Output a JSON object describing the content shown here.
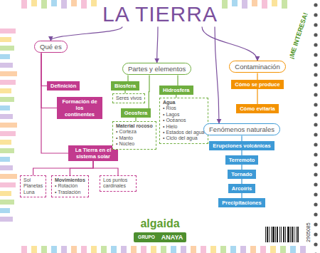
{
  "diagram": {
    "nodes": [
      {
        "text": [
          "LA TIERRA"
        ]
      },
      {
        "text": [
          "Qué es"
        ]
      },
      {
        "text": [
          "Definición"
        ]
      },
      {
        "text": [
          "Formación de los continentes"
        ]
      },
      {
        "text": [
          "La Tierra en el sistema solar"
        ]
      },
      {
        "text": [
          "Sol Planetas Luna"
        ]
      },
      {
        "text": [
          "Movimientos",
          "• Rotación",
          "• Traslación"
        ]
      },
      {
        "text": [
          "Los puntos cardinales"
        ]
      },
      {
        "text": [
          "Partes y elementos"
        ]
      },
      {
        "text": [
          "Biosfera"
        ]
      },
      {
        "text": [
          "Seres vivos"
        ]
      },
      {
        "text": [
          "Geosfera"
        ]
      },
      {
        "text": [
          "Material rocoso",
          "• Corteza",
          "• Manto",
          "• Núcleo"
        ]
      },
      {
        "text": [
          "Hidrosfera"
        ]
      },
      {
        "text": [
          "Agua",
          "• Ríos",
          "• Lagos",
          "• Océanos",
          "• Hielo",
          "• Estados del agua",
          "• Ciclo del agua"
        ]
      },
      {
        "text": [
          "Contaminación"
        ]
      },
      {
        "text": [
          "Cómo se produce"
        ]
      },
      {
        "text": [
          "Cómo evitarla"
        ]
      },
      {
        "text": [
          "Fenómenos naturales"
        ]
      },
      {
        "text": [
          "Erupciones volcánicas"
        ]
      },
      {
        "text": [
          "Terremoto"
        ]
      },
      {
        "text": [
          "Tornado"
        ]
      },
      {
        "text": [
          "Arcoíris"
        ]
      },
      {
        "text": [
          "Precipitaciones"
        ]
      }
    ],
    "edges": [
      {
        "from": 0,
        "to": 1,
        "arrow": "to"
      },
      {
        "from": 0,
        "to": 8,
        "arrow": "to"
      },
      {
        "from": 0,
        "to": 15,
        "arrow": "to"
      },
      {
        "from": 0,
        "to": 18,
        "arrow": "to"
      },
      {
        "from": 1,
        "to": 2,
        "arrow": "none"
      },
      {
        "from": 1,
        "to": 3,
        "arrow": "none"
      },
      {
        "from": 1,
        "to": 4,
        "arrow": "none"
      },
      {
        "from": 4,
        "to": 5,
        "arrow": "none"
      },
      {
        "from": 4,
        "to": 6,
        "arrow": "none"
      },
      {
        "from": 4,
        "to": 7,
        "arrow": "none"
      },
      {
        "from": 8,
        "to": 9,
        "arrow": "none"
      },
      {
        "from": 8,
        "to": 11,
        "arrow": "none"
      },
      {
        "from": 8,
        "to": 13,
        "arrow": "none"
      },
      {
        "from": 9,
        "to": 10,
        "arrow": "none"
      },
      {
        "from": 11,
        "to": 12,
        "arrow": "none"
      },
      {
        "from": 13,
        "to": 14,
        "arrow": "none"
      },
      {
        "from": 15,
        "to": 16,
        "arrow": "none"
      },
      {
        "from": 16,
        "to": 17,
        "arrow": "none"
      },
      {
        "from": 18,
        "to": 19,
        "arrow": "none"
      },
      {
        "from": 19,
        "to": 20,
        "arrow": "none"
      },
      {
        "from": 20,
        "to": 21,
        "arrow": "none"
      },
      {
        "from": 21,
        "to": 22,
        "arrow": "none"
      },
      {
        "from": 22,
        "to": 23,
        "arrow": "none"
      }
    ],
    "labels": [
      "¡ME INTERESA!",
      "algaida",
      "GRUPO",
      "ANAYA",
      "2905085"
    ]
  }
}
